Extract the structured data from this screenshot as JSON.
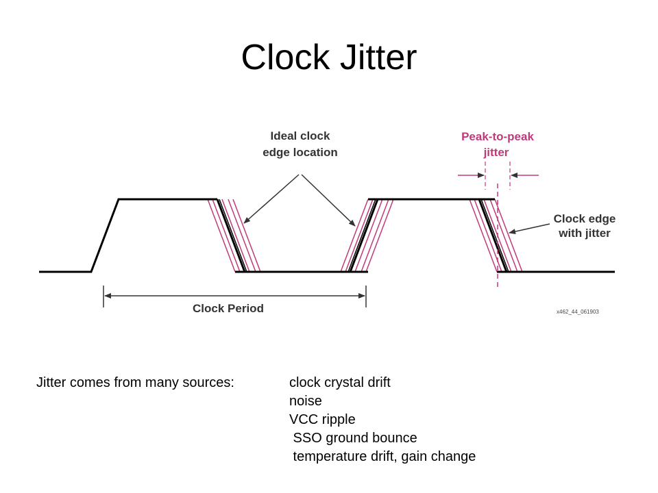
{
  "title": "Clock Jitter",
  "diagram": {
    "ideal_label_line1": "Ideal clock",
    "ideal_label_line2": "edge location",
    "peak_label_line1": "Peak-to-peak",
    "peak_label_line2": "jitter",
    "edge_label_line1": "Clock edge",
    "edge_label_line2": "with jitter",
    "period_label": "Clock Period",
    "figure_id": "x462_44_061903",
    "colors": {
      "waveform": "#000000",
      "jitter": "#c0397a",
      "arrows": "#333333"
    }
  },
  "sources": {
    "intro": "Jitter comes from many sources:",
    "items": [
      "clock crystal drift",
      "noise",
      "VCC ripple",
      " SSO ground bounce",
      " temperature drift, gain change"
    ]
  }
}
